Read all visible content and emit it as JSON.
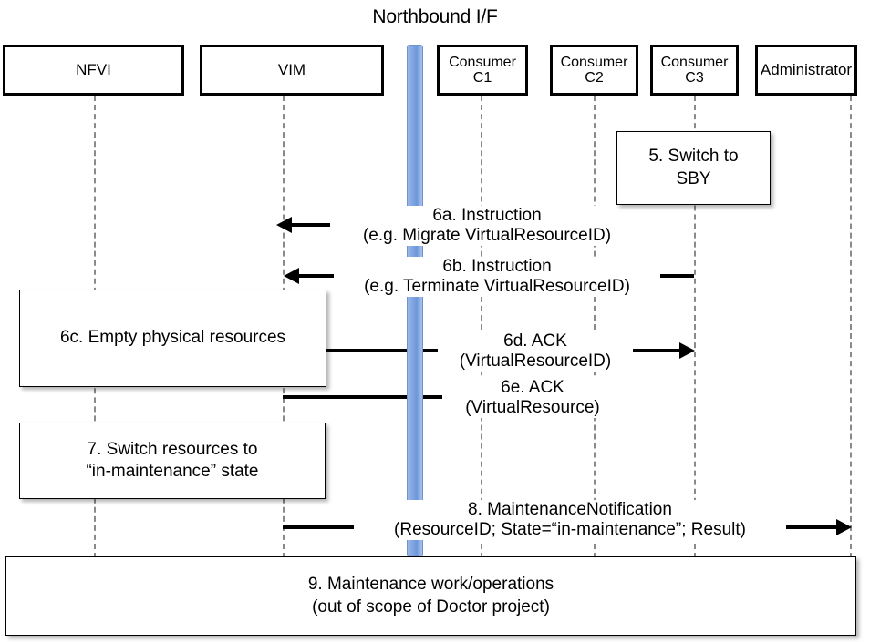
{
  "title": "Northbound I/F",
  "actors": [
    {
      "name": "nfvi",
      "label": "NFVI"
    },
    {
      "name": "vim",
      "label": "VIM"
    },
    {
      "name": "consumer-c1",
      "label": "Consumer\nC1"
    },
    {
      "name": "consumer-c2",
      "label": "Consumer\nC2"
    },
    {
      "name": "consumer-c3",
      "label": "Consumer\nC3"
    },
    {
      "name": "administrator",
      "label": "Administrator"
    }
  ],
  "actor_labels": {
    "nfvi": "NFVI",
    "vim": "VIM",
    "c1_line1": "Consumer",
    "c1_line2": "C1",
    "c2_line1": "Consumer",
    "c2_line2": "C2",
    "c3_line1": "Consumer",
    "c3_line2": "C3",
    "administrator": "Administrator"
  },
  "notes": {
    "step5_line1": "5. Switch to",
    "step5_line2": "SBY",
    "step6c": "6c. Empty physical resources",
    "step7_line1": "7. Switch resources to",
    "step7_line2": "“in-maintenance” state",
    "step9_line1": "9. Maintenance work/operations",
    "step9_line2": "(out of scope of Doctor project)"
  },
  "messages": {
    "m6a_line1": "6a. Instruction",
    "m6a_line2": "(e.g. Migrate VirtualResourceID)",
    "m6b_line1": "6b. Instruction",
    "m6b_line2": "(e.g. Terminate VirtualResourceID)",
    "m6d_line1": "6d. ACK",
    "m6d_line2": "(VirtualResourceID)",
    "m6e_line1": "6e. ACK",
    "m6e_line2": "(VirtualResource)",
    "m8_line1": "8.     MaintenanceNotification",
    "m8_line2": "(ResourceID; State=“in-maintenance”; Result)"
  },
  "colors": {
    "northbound_bar": "#7fa4e0",
    "line": "#000000",
    "lifeline": "#8a8a8a",
    "background": "#ffffff"
  },
  "northbound_bar_name": "northbound-interface-bar"
}
